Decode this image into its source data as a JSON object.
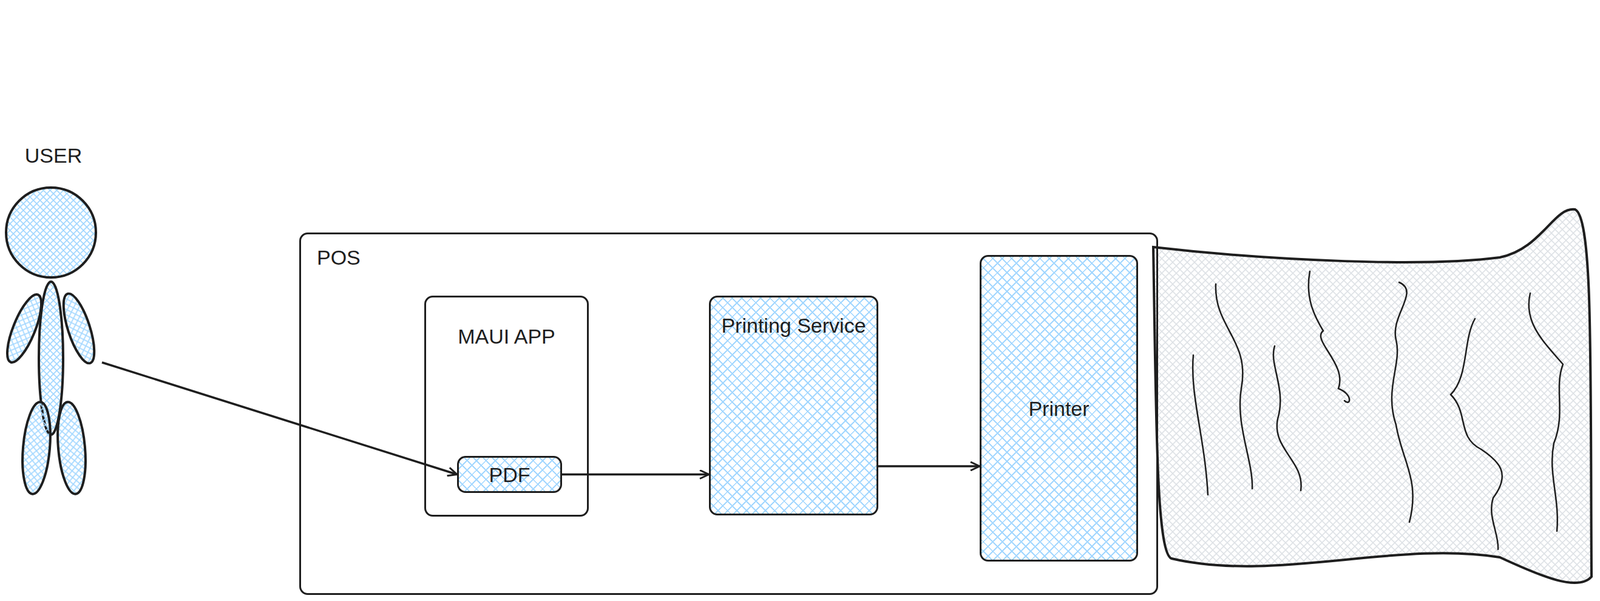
{
  "diagram": {
    "nodes": [
      {
        "text": [
          "USER"
        ]
      },
      {
        "text": [
          "POS"
        ]
      },
      {
        "text": [
          "MAUI APP"
        ],
        "in": 1
      },
      {
        "text": [
          "PDF"
        ],
        "in": 2
      },
      {
        "text": [
          "Printing Service"
        ],
        "in": 1
      },
      {
        "text": [
          "Printer"
        ],
        "in": 1
      }
    ],
    "edges": [
      {
        "from": 0,
        "to": 3,
        "arrow": "to"
      },
      {
        "from": 3,
        "to": 4,
        "arrow": "to"
      },
      {
        "from": 4,
        "to": 5,
        "arrow": "to"
      }
    ]
  }
}
